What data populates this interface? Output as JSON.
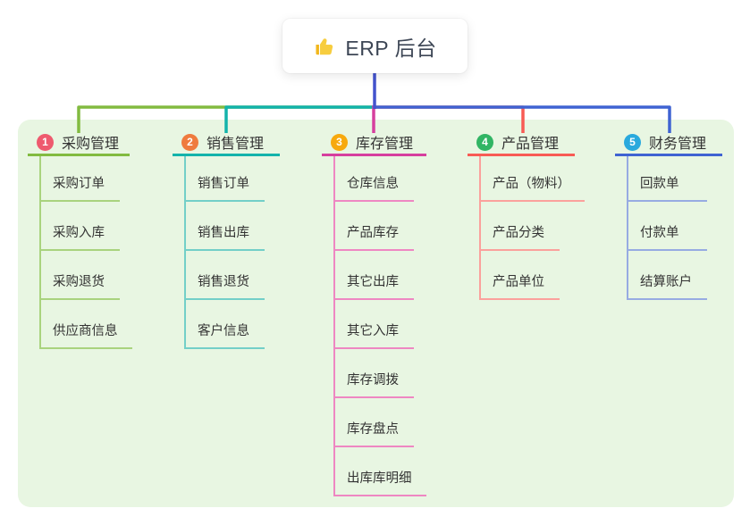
{
  "root": {
    "title": "ERP 后台",
    "icon": "thumbs-up-icon"
  },
  "colors": {
    "page_background": "#ffffff",
    "panel_background": "#e8f6e2",
    "root_connector": "#4353cd",
    "root_text": "#3d4655",
    "node_text": "#333333",
    "thumb_yellow": "#f7cd3f",
    "thumb_yellow_dark": "#f2b71c"
  },
  "branches": [
    {
      "index": "1",
      "label": "采购管理",
      "badge_color": "#ee5a6e",
      "line_color": "#82bb40",
      "child_line_color": "#a9d37e",
      "children": [
        "采购订单",
        "采购入库",
        "采购退货",
        "供应商信息"
      ]
    },
    {
      "index": "2",
      "label": "销售管理",
      "badge_color": "#ef7b3e",
      "line_color": "#13b3ab",
      "child_line_color": "#73cfc8",
      "children": [
        "销售订单",
        "销售出库",
        "销售退货",
        "客户信息"
      ]
    },
    {
      "index": "3",
      "label": "库存管理",
      "badge_color": "#f7a90e",
      "line_color": "#d63f9e",
      "child_line_color": "#ee87c2",
      "children": [
        "仓库信息",
        "产品库存",
        "其它出库",
        "其它入库",
        "库存调拨",
        "库存盘点",
        "出库库明细"
      ]
    },
    {
      "index": "4",
      "label": "产品管理",
      "badge_color": "#31b564",
      "line_color": "#f85b54",
      "child_line_color": "#fba19c",
      "children": [
        "产品（物料）",
        "产品分类",
        "产品单位"
      ]
    },
    {
      "index": "5",
      "label": "财务管理",
      "badge_color": "#29a9dd",
      "line_color": "#3f63d2",
      "child_line_color": "#97abe2",
      "children": [
        "回款单",
        "付款单",
        "结算账户"
      ]
    }
  ]
}
